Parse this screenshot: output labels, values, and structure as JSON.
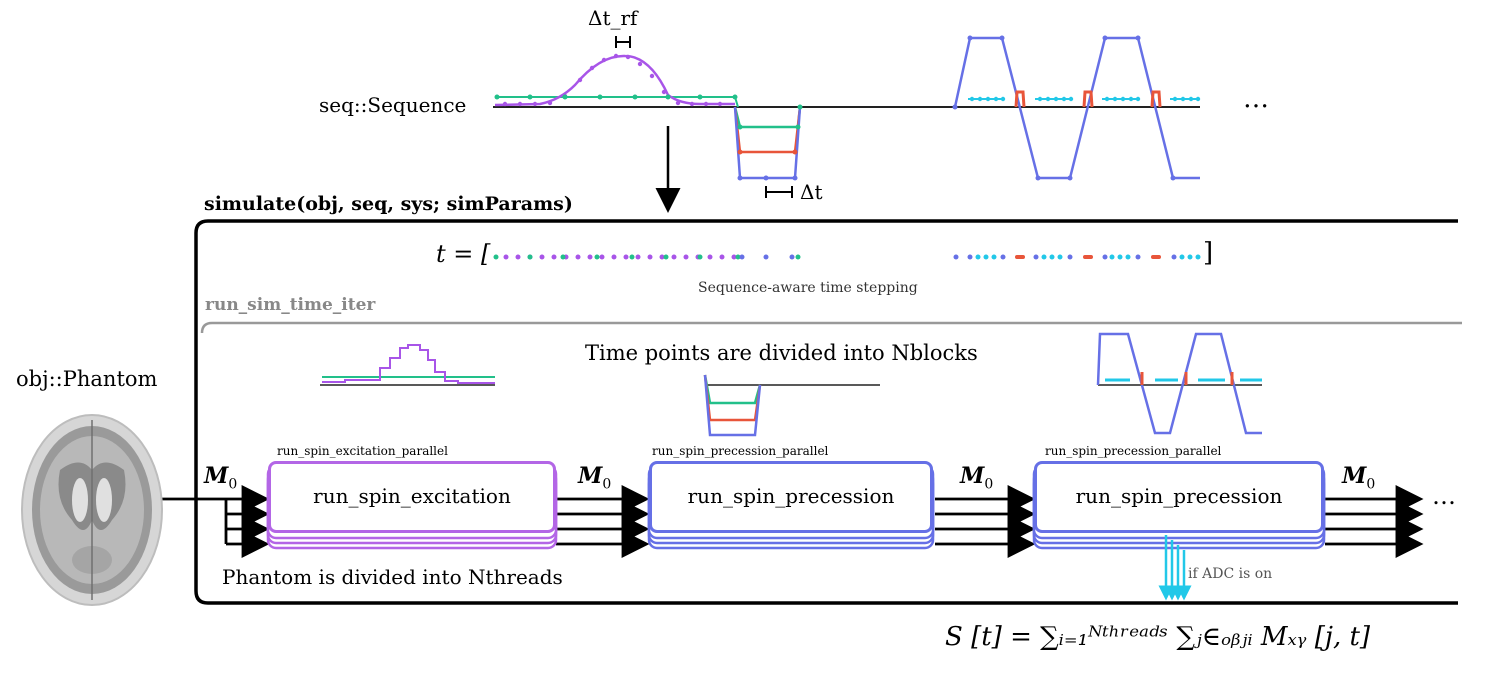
{
  "sequence_label": "seq::Sequence",
  "delta_t_rf_label": "Δt_rf",
  "delta_t_label": "Δt",
  "ellipsis": "…",
  "simulate_call": "simulate(obj, seq, sys; simParams)",
  "time_vector_prefix": "t = [",
  "time_vector_suffix": "]",
  "time_stepping_caption": "Sequence-aware time stepping",
  "run_sim_label": "run_sim_time_iter",
  "blocks_caption": "Time points are divided into Nblocks",
  "phantom_label": "obj::Phantom",
  "threads_caption": "Phantom is divided into Nthreads",
  "adc_caption": "if ADC is on",
  "m0_label": "M",
  "m0_sub": "0",
  "signal_equation": "S [t] = ∑ᵢ₌₁ᴺᵗʰʳᵉᵃᵈˢ ∑ⱼ∈ₒᵦⱼᵢ Mₓᵧ [j, t]",
  "blocks": [
    {
      "name": "run_spin_excitation",
      "parallel_label": "run_spin_excitation_parallel",
      "color": "#b366e6"
    },
    {
      "name": "run_spin_precession",
      "parallel_label": "run_spin_precession_parallel",
      "color": "#6670e6"
    },
    {
      "name": "run_spin_precession",
      "parallel_label": "run_spin_precession_parallel",
      "color": "#6670e6"
    }
  ],
  "colors": {
    "rf": "#a855e8",
    "gx_green": "#22c08a",
    "gradient_red": "#e8553a",
    "gradient_blue": "#6670e6",
    "adc_cyan": "#22c8e8",
    "frame": "#000000",
    "inner_frame": "#999999"
  },
  "icons": [
    "brain-mri-icon"
  ]
}
